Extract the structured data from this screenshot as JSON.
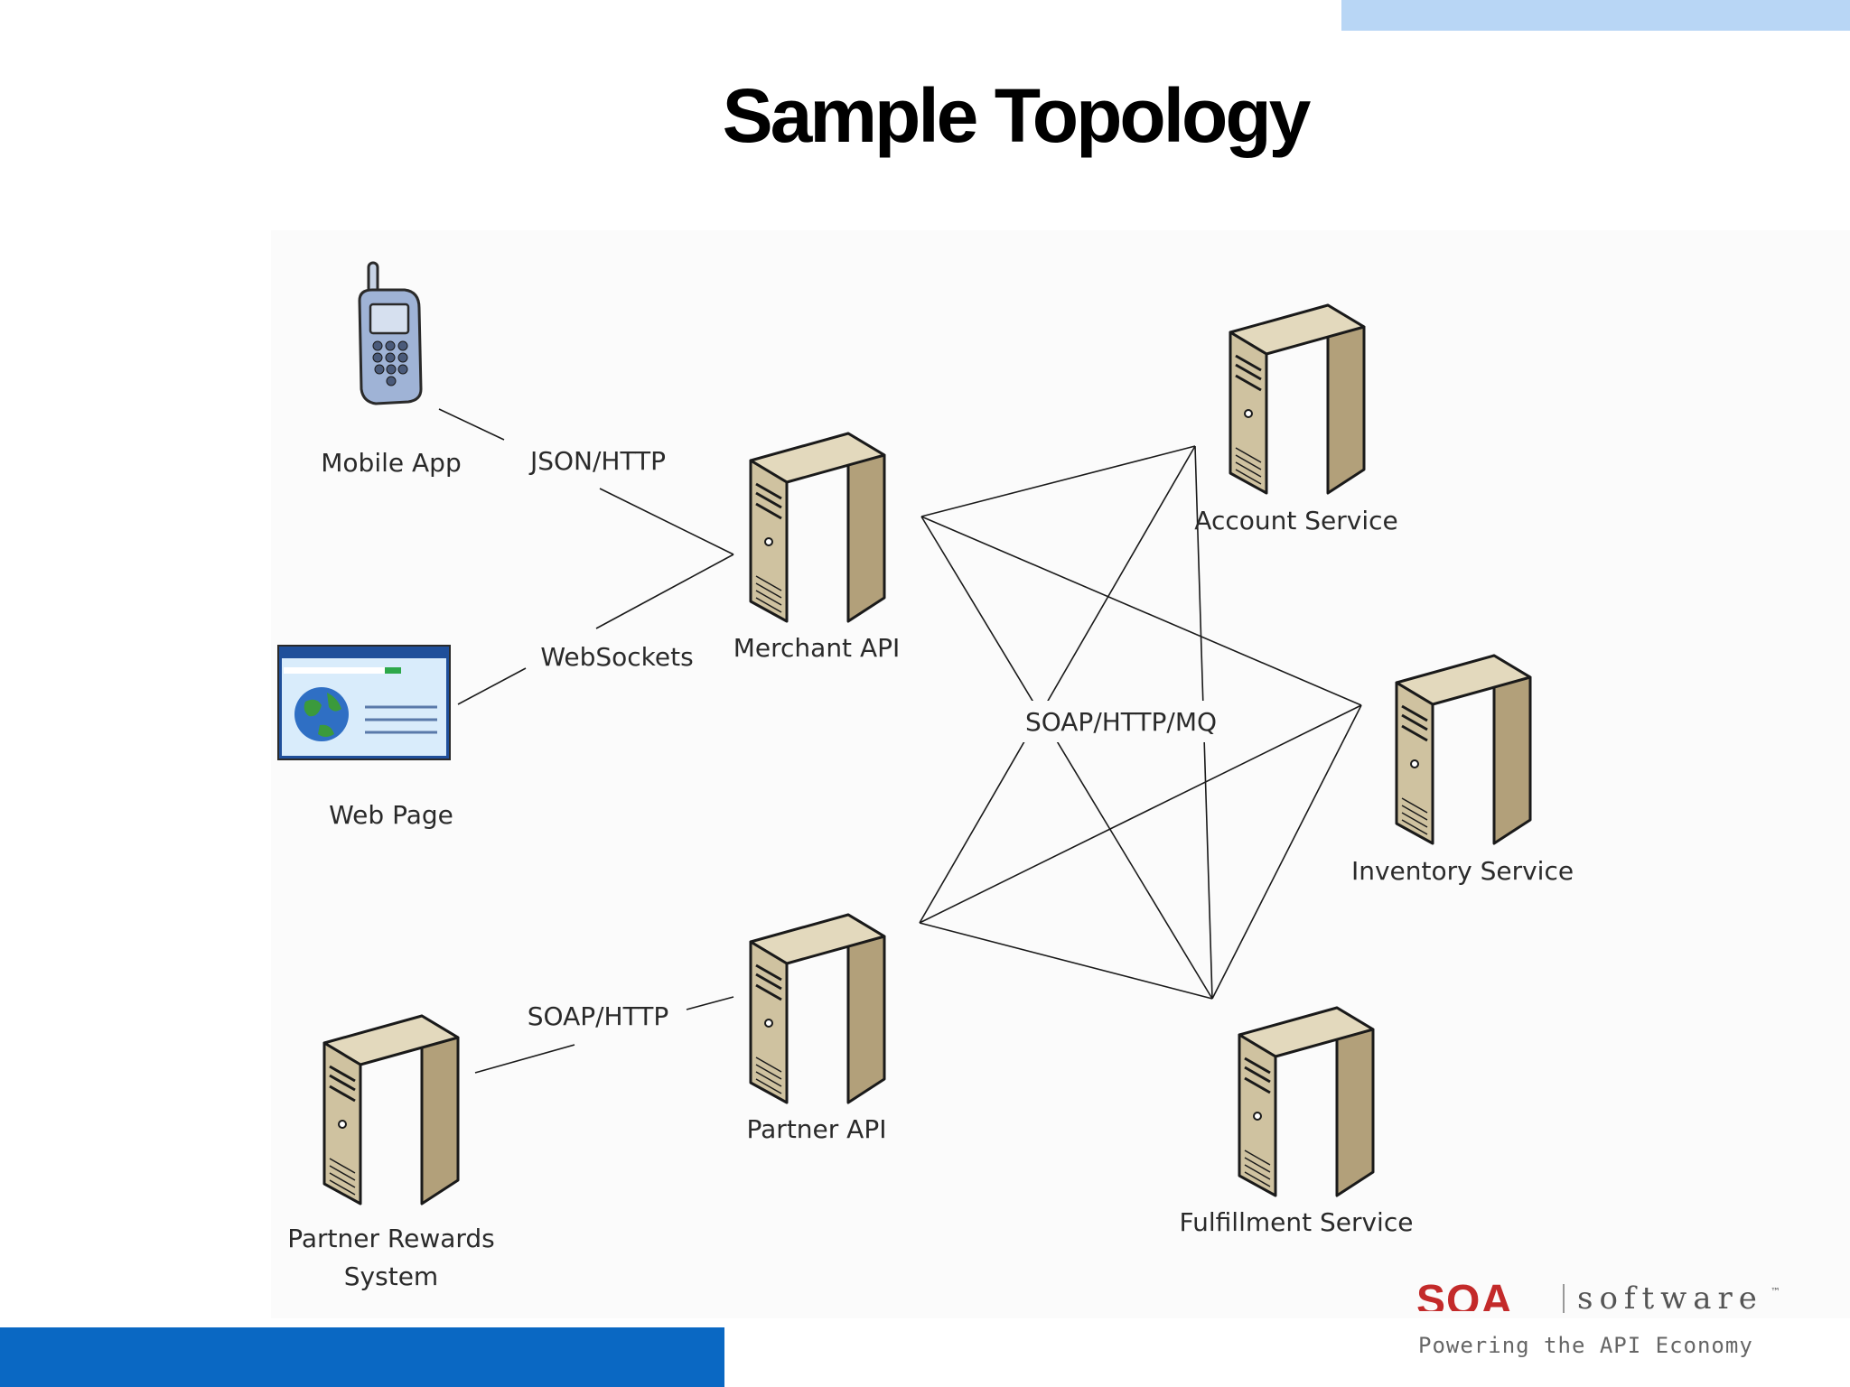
{
  "slide": {
    "title": "Sample Topology"
  },
  "diagram": {
    "nodes": {
      "mobile_app": "Mobile App",
      "web_page": "Web Page",
      "partner_rewards_line1": "Partner Rewards",
      "partner_rewards_line2": "System",
      "merchant_api": "Merchant API",
      "partner_api": "Partner API",
      "account_service": "Account Service",
      "inventory_service": "Inventory Service",
      "fulfillment_service": "Fulfillment Service"
    },
    "edge_labels": {
      "json_http": "JSON/HTTP",
      "websockets": "WebSockets",
      "soap_http": "SOAP/HTTP",
      "soap_http_mq": "SOAP/HTTP/MQ"
    },
    "icons": [
      "mobile-phone-icon",
      "web-page-icon",
      "server-icon"
    ]
  },
  "branding": {
    "logo_mark": "SOA",
    "wordmark": "software",
    "trademark": "™",
    "tagline": "Powering the API Economy"
  },
  "colors": {
    "top_bar": "#b8d6f5",
    "bottom_bar": "#0a68c3",
    "server_body": "#d8ccad",
    "logo_red": "#c32a2a"
  }
}
